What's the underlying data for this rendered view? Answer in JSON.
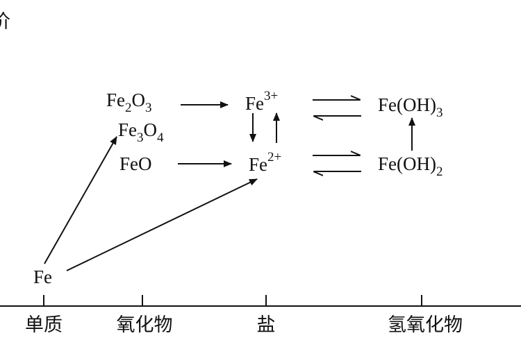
{
  "axis": {
    "partial_label": "价",
    "categories": [
      "单质",
      "氧化物",
      "盐",
      "氢氧化物"
    ]
  },
  "species": {
    "fe": {
      "base": "Fe"
    },
    "fe2o3": {
      "a": "Fe",
      "a_sub": "2",
      "b": "O",
      "b_sub": "3"
    },
    "fe3o4": {
      "a": "Fe",
      "a_sub": "3",
      "b": "O",
      "b_sub": "4"
    },
    "feo": {
      "base": "FeO"
    },
    "fe3plus": {
      "base": "Fe",
      "sup": "3+"
    },
    "fe2plus": {
      "base": "Fe",
      "sup": "2+"
    },
    "feoh3": {
      "base": "Fe(OH)",
      "sub": "3"
    },
    "feoh2": {
      "base": "Fe(OH)",
      "sub": "2"
    }
  }
}
